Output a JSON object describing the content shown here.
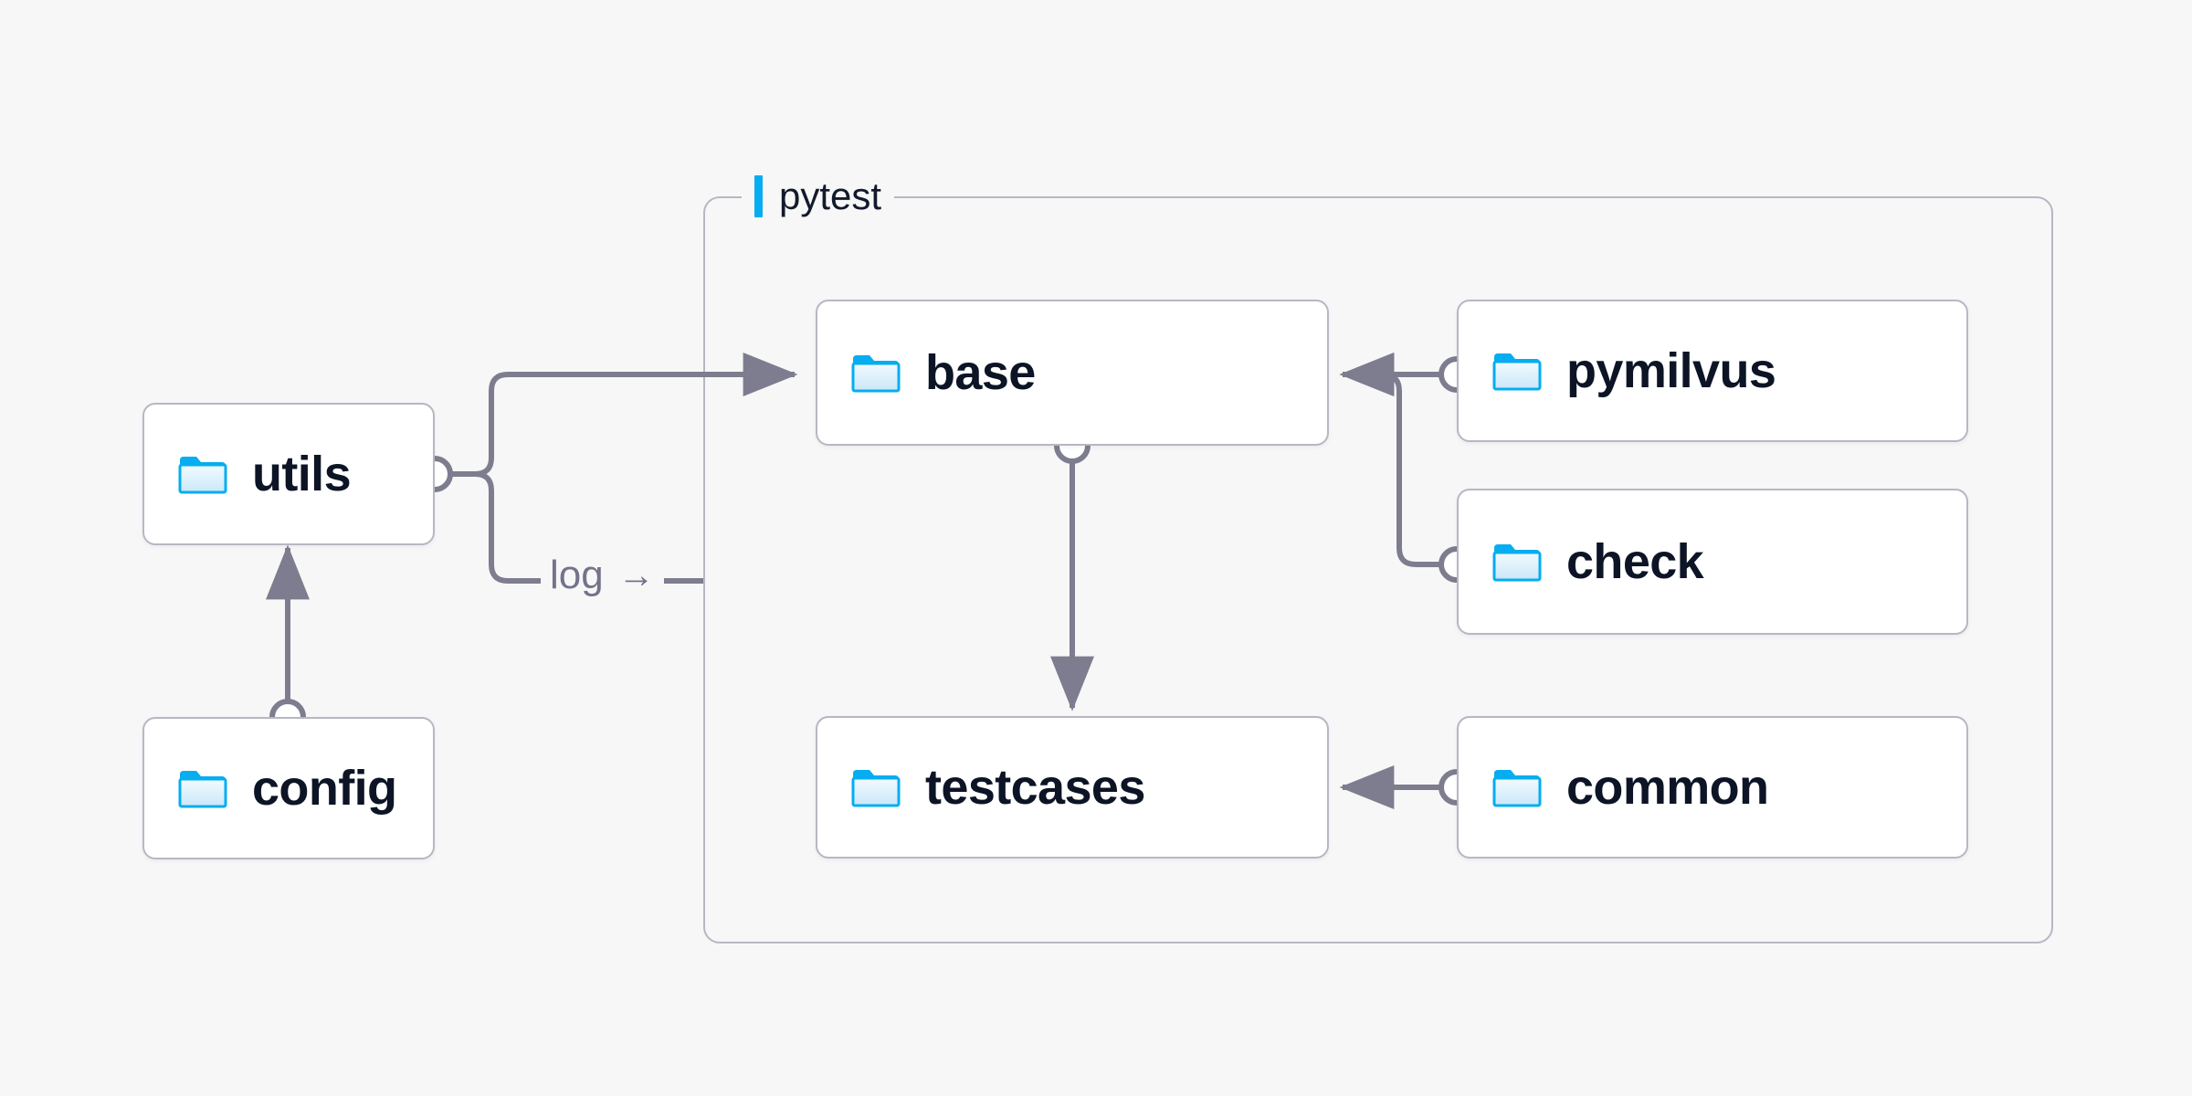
{
  "diagram": {
    "title_group": {
      "label": "pytest",
      "accent_color": "#06adf0"
    },
    "background_color": "#f7f7f8",
    "node_border_color": "#b7b7c4",
    "node_text_color": "#0c1426",
    "edge_color": "#7d7d8f",
    "folder_icon_color": "#06adf0"
  },
  "nodes": [
    {
      "id": "utils",
      "label": "utils",
      "icon": "folder-icon"
    },
    {
      "id": "config",
      "label": "config",
      "icon": "folder-icon"
    },
    {
      "id": "base",
      "label": "base",
      "icon": "folder-icon"
    },
    {
      "id": "testcases",
      "label": "testcases",
      "icon": "folder-icon"
    },
    {
      "id": "pymilvus",
      "label": "pymilvus",
      "icon": "folder-icon"
    },
    {
      "id": "check",
      "label": "check",
      "icon": "folder-icon"
    },
    {
      "id": "common",
      "label": "common",
      "icon": "folder-icon"
    }
  ],
  "edges": [
    {
      "id": "config-to-utils",
      "from": "config",
      "to": "utils",
      "label": ""
    },
    {
      "id": "utils-to-base",
      "from": "utils",
      "to": "base",
      "label": ""
    },
    {
      "id": "utils-to-pytest",
      "from": "utils",
      "to": "pytest",
      "label": "log"
    },
    {
      "id": "base-to-testcases",
      "from": "base",
      "to": "testcases",
      "label": ""
    },
    {
      "id": "pymilvus-to-base",
      "from": "pymilvus",
      "to": "base",
      "label": ""
    },
    {
      "id": "check-to-base",
      "from": "check",
      "to": "base",
      "label": ""
    },
    {
      "id": "common-to-testcases",
      "from": "common",
      "to": "testcases",
      "label": ""
    }
  ],
  "edge_labels": {
    "log": "log",
    "log_arrow": "→"
  }
}
